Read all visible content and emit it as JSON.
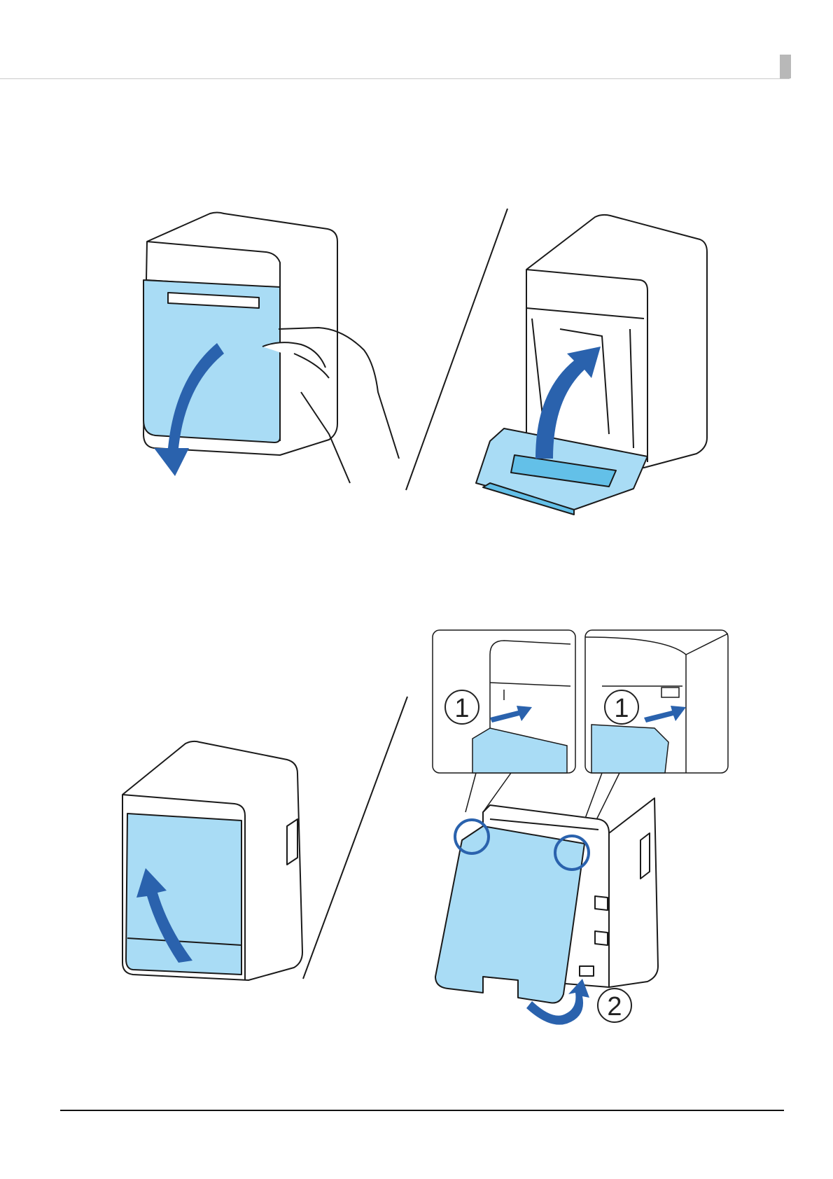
{
  "page": {
    "callouts": {
      "one_left": "1",
      "one_right": "1",
      "two": "2"
    }
  },
  "colors": {
    "cover_fill": "#a9dcf5",
    "cover_dark": "#63c0e8",
    "arrow": "#2a62ad",
    "outline": "#1a1a1a"
  },
  "icons": [
    "curved-arrow-down-icon",
    "curved-arrow-up-icon",
    "push-arrow-icon",
    "circle-highlight-icon"
  ]
}
